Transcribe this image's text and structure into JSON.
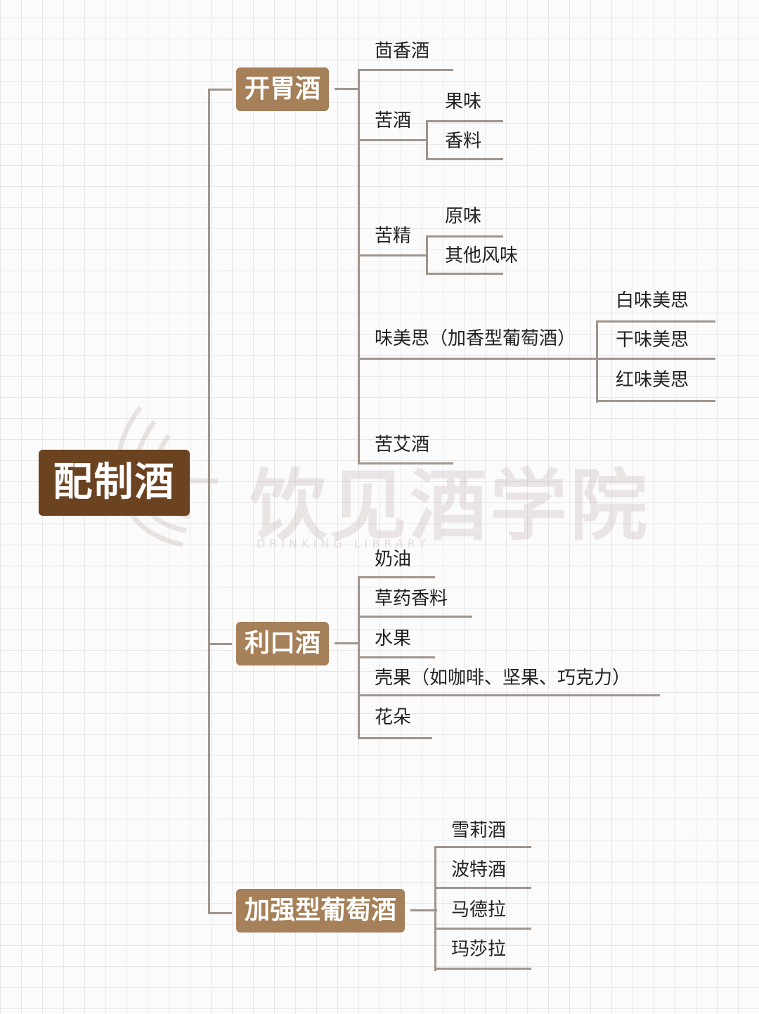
{
  "root": {
    "label": "配制酒"
  },
  "categories": [
    {
      "label": "开胃酒"
    },
    {
      "label": "利口酒"
    },
    {
      "label": "加强型葡萄酒"
    }
  ],
  "aperitif": {
    "anise": "茴香酒",
    "bitters": {
      "label": "苦酒",
      "children": [
        "果味",
        "香料"
      ]
    },
    "bitter_essence": {
      "label": "苦精",
      "children": [
        "原味",
        "其他风味"
      ]
    },
    "vermouth": {
      "label": "味美思（加香型葡萄酒）",
      "children": [
        "白味美思",
        "干味美思",
        "红味美思"
      ]
    },
    "absinthe": "苦艾酒"
  },
  "liqueur": [
    "奶油",
    "草药香料",
    "水果",
    "壳果（如咖啡、坚果、巧克力）",
    "花朵"
  ],
  "fortified": [
    "雪莉酒",
    "波特酒",
    "马德拉",
    "玛莎拉"
  ],
  "watermark": {
    "title": "饮见酒学院",
    "subtitle": "DRINKING LIBRARY"
  }
}
